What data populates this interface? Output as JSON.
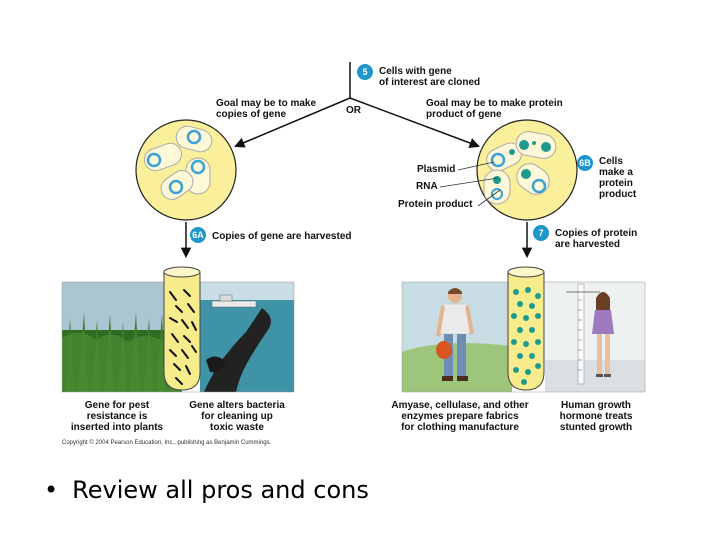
{
  "diagram": {
    "step5": {
      "number": "5",
      "text": "Cells with gene\nof interest are cloned"
    },
    "or_label": "OR",
    "goal_left": "Goal may be to make\ncopies of gene",
    "goal_right": "Goal may be to make protein\nproduct of gene",
    "labels": {
      "plasmid": "Plasmid",
      "rna": "RNA",
      "protein_product": "Protein product"
    },
    "step6b": {
      "number": "6B",
      "text": "Cells\nmake a\nprotein\nproduct"
    },
    "step6a": {
      "number": "6A",
      "text": "Copies of gene are harvested"
    },
    "step7": {
      "number": "7",
      "text": "Copies of protein\nare harvested"
    },
    "captions": {
      "pest": "Gene for pest\nresistance is\ninserted into plants",
      "bacteria": "Gene alters bacteria\nfor cleaning up\ntoxic waste",
      "enzymes": "Amyase, cellulase, and other\nenzymes prepare fabrics\nfor clothing manufacture",
      "growth": "Human growth\nhormone treats\nstunted growth"
    },
    "copyright": "Copyright © 2004 Pearson Education, Inc., publishing as Benjamin Cummings."
  },
  "bullet": {
    "text": "Review all pros and cons"
  },
  "colors": {
    "cell_yellow": "#faef9a",
    "badge_blue": "#1d97c9",
    "plasmid_blue": "#3aa2d6",
    "protein_teal": "#1f9a8f",
    "sea": "#3e93a6",
    "oil": "#222222",
    "corn_green": "#3e7d2b"
  }
}
